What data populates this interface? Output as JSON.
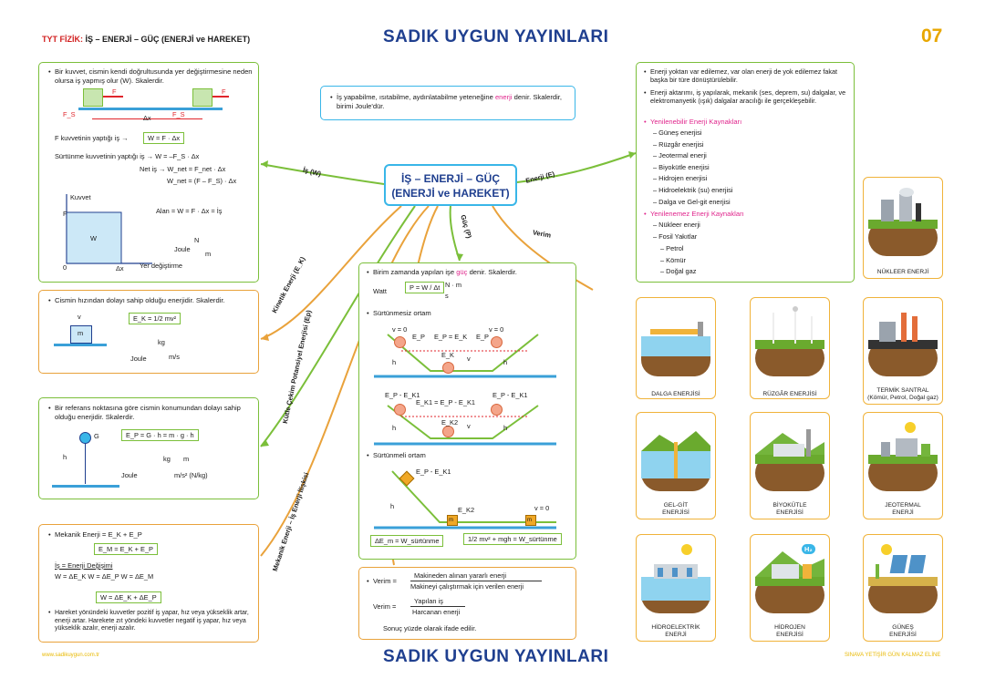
{
  "header": {
    "subject": "TYT FİZİK:",
    "topic": "İŞ – ENERJİ – GÜÇ (ENERJİ ve HAREKET)",
    "brand": "SADIK UYGUN YAYINLARI",
    "page": "07"
  },
  "footer": {
    "website": "www.sadikuygun.com.tr",
    "brand": "SADIK UYGUN YAYINLARI",
    "right": "SINAVA YETİŞİR GÜN KALMAZ ELİNE"
  },
  "center": {
    "line1": "İŞ – ENERJİ – GÜÇ",
    "line2": "(ENERJİ ve HAREKET)"
  },
  "branches": {
    "is": "İş (W)",
    "enerji": "Enerji (E)",
    "guc": "Güç (P)",
    "verim": "Verim",
    "kinetik": "Kinetik Enerji (E_K)",
    "potansiyel": "Kütle Çekim Potansiyel Enerjisi (Ep)",
    "mekanik": "Mekanik Enerji – İş Enerji İlişkisi"
  },
  "top_note": {
    "pre": "İş yapabilme, ısıtabilme, aydınlatabilme yeteneğine",
    "highlight": "enerji",
    "post": "denir. Skalerdir, birimi Joule'dür."
  },
  "work": {
    "intro": "Bir kuvvet, cismin kendi doğrultusunda yer değiştirmesine neden olursa iş yapmış olur (W). Skalerdir.",
    "f_label": "F",
    "fs_label": "F_S",
    "dx_label": "Δx",
    "f_work_text": "F kuvvetinin yaptığı iş →",
    "f_work_formula": "W = F · Δx",
    "friction_text": "Sürtünme kuvvetinin yaptığı iş → W = –F_S · Δx",
    "net_text": "Net iş → W_net = F_net · Δx",
    "net2_text": "W_net = (F – F_S) · Δx",
    "graph_y": "Kuvvet",
    "graph_x": "Yer değiştirme",
    "graph_w": "W",
    "graph_f": "F",
    "graph_0": "0",
    "graph_dx": "Δx",
    "alan": "Alan = W = F · Δx = İş",
    "joule": "Joule",
    "n": "N",
    "m": "m"
  },
  "kinetic": {
    "intro": "Cismin hızından dolayı sahip olduğu enerjidir. Skalerdir.",
    "v": "v",
    "m": "m",
    "formula": "E_K = 1/2 mv²",
    "kg": "kg",
    "joule": "Joule",
    "ms": "m/s"
  },
  "potential": {
    "intro": "Bir referans noktasına göre cismin konumundan dolayı sahip olduğu enerjidir. Skalerdir.",
    "g": "G",
    "h": "h",
    "formula": "E_P = G · h = m · g · h",
    "joule": "Joule",
    "kg": "kg",
    "m": "m",
    "unit": "m/s² (N/kg)"
  },
  "mechanical": {
    "line1": "Mekanik Enerji = E_K + E_P",
    "line2": "E_M = E_K + E_P",
    "line3": "İş = Enerji Değişimi",
    "line4": "W = ΔE_K    W = ΔE_P    W = ΔE_M",
    "line5": "W = ΔE_K + ΔE_P",
    "note": "Hareket yönündeki kuvvetler pozitif iş yapar, hız veya yükseklik artar, enerji artar. Harekete zıt yöndeki kuvvetler negatif iş yapar, hız veya yükseklik azalır, enerji azalır."
  },
  "power": {
    "intro_pre": "Birim zamanda yapılan işe",
    "intro_hl": "güç",
    "intro_post": "denir. Skalerdir.",
    "formula": "P = W / Δt",
    "watt": "Watt",
    "nm": "N · m",
    "s": "s",
    "frictionless": "Sürtünmesiz ortam",
    "friction": "Sürtünmeli ortam",
    "v0": "v = 0",
    "ep": "E_P",
    "ep_ek": "E_P = E_K",
    "ek": "E_K",
    "v": "v",
    "h": "h",
    "ep_ek1": "E_P - E_K1",
    "ek1_ep_ek": "E_K1 = E_P - E_K1",
    "ek2": "E_K2",
    "m": "m",
    "delta_em": "ΔE_m = W_sürtünme",
    "energy_eq": "1/2 mv² + mgh = W_sürtünme"
  },
  "efficiency": {
    "verim": "Verim =",
    "num1": "Makineden alınan yararlı enerji",
    "den1": "Makineyi çalıştırmak için verilen enerji",
    "num2": "Yapılan iş",
    "den2": "Harcanan enerji",
    "note": "Sonuç yüzde olarak ifade edilir."
  },
  "energy_info": {
    "p1": "Enerji yoktan var edilemez, var olan enerji de yok edilemez fakat başka bir türe dönüştürülebilir.",
    "p2": "Enerji aktarımı, iş yapılarak, mekanik (ses, deprem, su) dalgalar, ve elektromanyetik (ışık) dalgalar aracılığı ile gerçekleşebilir.",
    "renewable_title": "Yenilenebilir Enerji Kaynakları",
    "renewable": [
      "Güneş enerjisi",
      "Rüzgâr enerjisi",
      "Jeotermal enerji",
      "Biyokütle enerjisi",
      "Hidrojen enerjisi",
      "Hidroelektrik (su) enerjisi",
      "Dalga ve Gel-git enerjisi"
    ],
    "nonrenewable_title": "Yenilenemez Enerji Kaynakları",
    "nonrenewable": [
      "Nükleer enerji",
      "Fosil Yakıtlar"
    ],
    "fossil": [
      "Petrol",
      "Kömür",
      "Doğal gaz"
    ]
  },
  "tiles": {
    "nuclear": "NÜKLEER ENERJİ",
    "wave": "DALGA ENERJİSİ",
    "wind": "RÜZGÂR ENERJİSİ",
    "thermal1": "TERMİK SANTRAL",
    "thermal2": "(Kömür, Petrol, Doğal gaz)",
    "tidal1": "GEL-GİT",
    "tidal2": "ENERJİSİ",
    "bio1": "BİYOKÜTLE",
    "bio2": "ENERJİSİ",
    "geo1": "JEOTERMAL",
    "geo2": "ENERJİ",
    "hydro1": "HİDROELEKTRİK",
    "hydro2": "ENERJİ",
    "hydrogen1": "HİDROJEN",
    "hydrogen2": "ENERJİSİ",
    "solar1": "GÜNEŞ",
    "solar2": "ENERJİSİ",
    "h2": "H₂"
  },
  "colors": {
    "green": "#7bbf3a",
    "orange": "#e9a23b",
    "blue": "#39b6e8",
    "navy": "#1f3f8f",
    "pink": "#e0258c"
  }
}
